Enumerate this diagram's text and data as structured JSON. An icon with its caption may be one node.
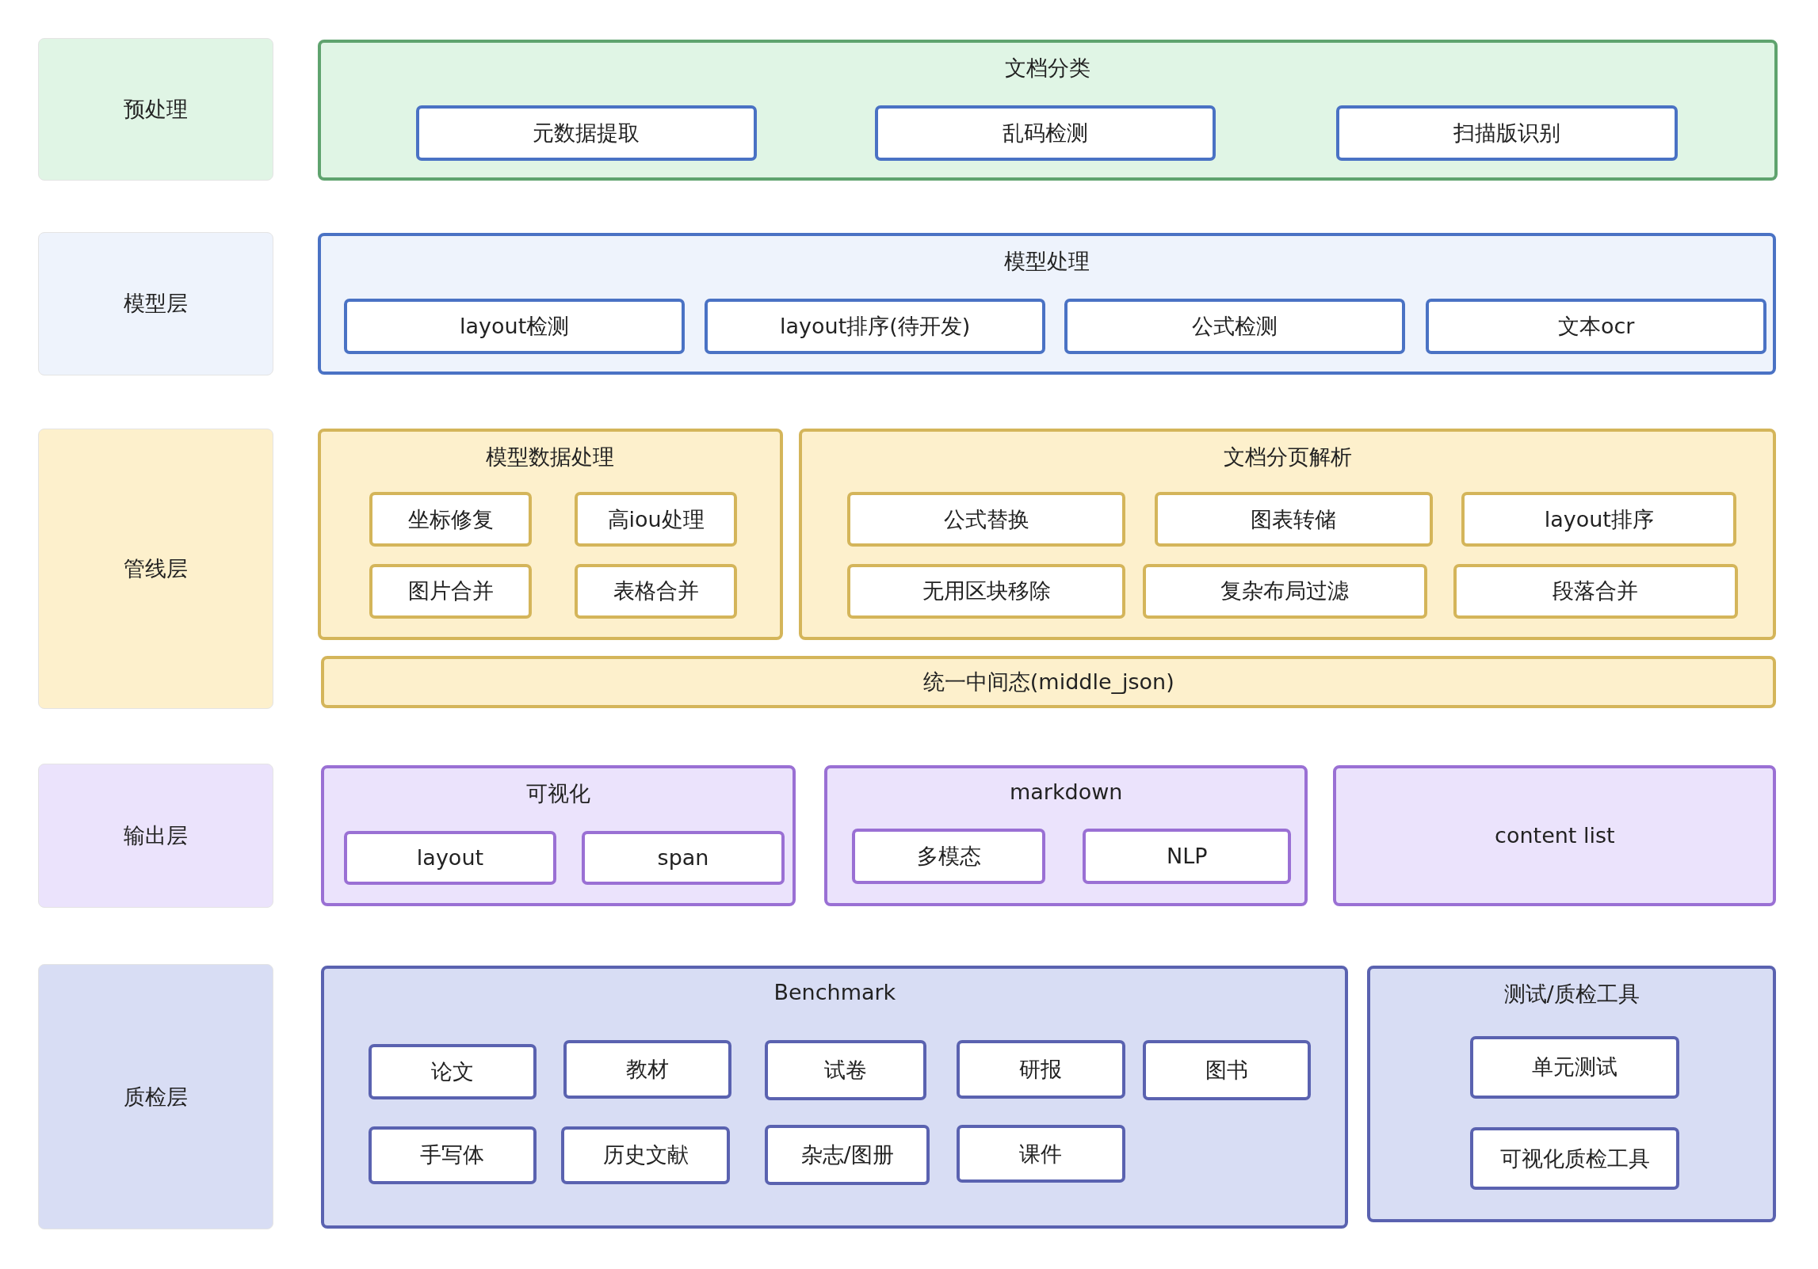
{
  "diagram": {
    "nodes": [
      {
        "text": [
          "预处理"
        ]
      },
      {
        "text": [
          "文档分类"
        ]
      },
      {
        "text": [
          "元数据提取"
        ],
        "in": 1
      },
      {
        "text": [
          "乱码检测"
        ],
        "in": 1
      },
      {
        "text": [
          "扫描版识别"
        ],
        "in": 1
      },
      {
        "text": [
          "模型层"
        ]
      },
      {
        "text": [
          "模型处理"
        ]
      },
      {
        "text": [
          "layout检测"
        ],
        "in": 6
      },
      {
        "text": [
          "layout排序(待开发)"
        ],
        "in": 6
      },
      {
        "text": [
          "公式检测"
        ],
        "in": 6
      },
      {
        "text": [
          "文本ocr"
        ],
        "in": 6
      },
      {
        "text": [
          "管线层"
        ]
      },
      {
        "text": [
          "模型数据处理"
        ]
      },
      {
        "text": [
          "坐标修复"
        ],
        "in": 12
      },
      {
        "text": [
          "高iou处理"
        ],
        "in": 12
      },
      {
        "text": [
          "图片合并"
        ],
        "in": 12
      },
      {
        "text": [
          "表格合并"
        ],
        "in": 12
      },
      {
        "text": [
          "文档分页解析"
        ]
      },
      {
        "text": [
          "公式替换"
        ],
        "in": 17
      },
      {
        "text": [
          "图表转储"
        ],
        "in": 17
      },
      {
        "text": [
          "layout排序"
        ],
        "in": 17
      },
      {
        "text": [
          "无用区块移除"
        ],
        "in": 17
      },
      {
        "text": [
          "复杂布局过滤"
        ],
        "in": 17
      },
      {
        "text": [
          "段落合并"
        ],
        "in": 17
      },
      {
        "text": [
          "统一中间态(middle_json)"
        ]
      },
      {
        "text": [
          "输出层"
        ]
      },
      {
        "text": [
          "可视化"
        ]
      },
      {
        "text": [
          "layout"
        ],
        "in": 26
      },
      {
        "text": [
          "span"
        ],
        "in": 26
      },
      {
        "text": [
          "markdown"
        ]
      },
      {
        "text": [
          "多模态"
        ],
        "in": 29
      },
      {
        "text": [
          "NLP"
        ],
        "in": 29
      },
      {
        "text": [
          "content list"
        ]
      },
      {
        "text": [
          "质检层"
        ]
      },
      {
        "text": [
          "Benchmark"
        ]
      },
      {
        "text": [
          "论文"
        ],
        "in": 34
      },
      {
        "text": [
          "教材"
        ],
        "in": 34
      },
      {
        "text": [
          "试卷"
        ],
        "in": 34
      },
      {
        "text": [
          "研报"
        ],
        "in": 34
      },
      {
        "text": [
          "图书"
        ],
        "in": 34
      },
      {
        "text": [
          "手写体"
        ],
        "in": 34
      },
      {
        "text": [
          "历史文献"
        ],
        "in": 34
      },
      {
        "text": [
          "杂志/图册"
        ],
        "in": 34
      },
      {
        "text": [
          "课件"
        ],
        "in": 34
      },
      {
        "text": [
          "测试/质检工具"
        ]
      },
      {
        "text": [
          "单元测试"
        ],
        "in": 44
      },
      {
        "text": [
          "可视化质检工具"
        ],
        "in": 44
      }
    ]
  }
}
